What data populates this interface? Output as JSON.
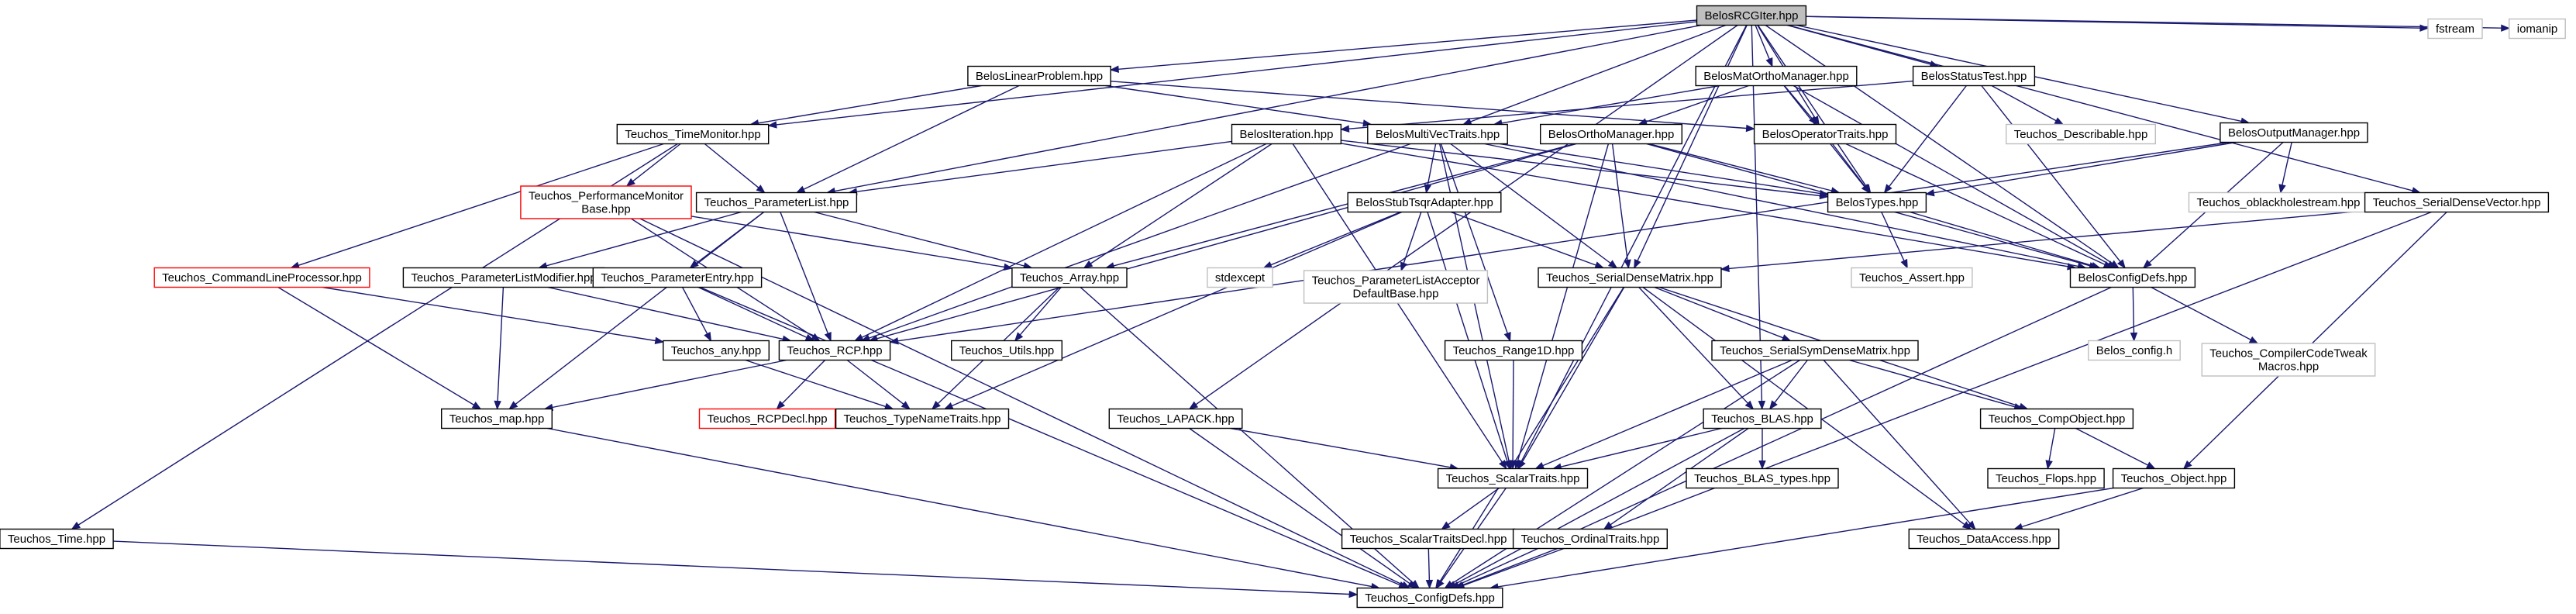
{
  "diagram": {
    "root": "BelosRCGIter.hpp",
    "colors": {
      "edge": "#191970",
      "root_fill": "#bfbfbf",
      "node_border": "#000000",
      "external_border": "#bfbfbf",
      "truncated_border": "#ff0000",
      "node_fill": "#ffffff"
    },
    "nodes": [
      {
        "id": "BelosRCGIter.hpp",
        "lines": [
          "BelosRCGIter.hpp"
        ],
        "style": "root"
      },
      {
        "id": "fstream",
        "lines": [
          "fstream"
        ],
        "style": "external"
      },
      {
        "id": "iomanip",
        "lines": [
          "iomanip"
        ],
        "style": "external"
      },
      {
        "id": "BelosLinearProblem.hpp",
        "lines": [
          "BelosLinearProblem.hpp"
        ],
        "style": "normal"
      },
      {
        "id": "BelosMatOrthoManager.hpp",
        "lines": [
          "BelosMatOrthoManager.hpp"
        ],
        "style": "normal"
      },
      {
        "id": "BelosStatusTest.hpp",
        "lines": [
          "BelosStatusTest.hpp"
        ],
        "style": "normal"
      },
      {
        "id": "BelosOutputManager.hpp",
        "lines": [
          "BelosOutputManager.hpp"
        ],
        "style": "normal"
      },
      {
        "id": "Teuchos_TimeMonitor.hpp",
        "lines": [
          "Teuchos_TimeMonitor.hpp"
        ],
        "style": "normal"
      },
      {
        "id": "BelosIteration.hpp",
        "lines": [
          "BelosIteration.hpp"
        ],
        "style": "normal"
      },
      {
        "id": "BelosMultiVecTraits.hpp",
        "lines": [
          "BelosMultiVecTraits.hpp"
        ],
        "style": "normal"
      },
      {
        "id": "BelosOrthoManager.hpp",
        "lines": [
          "BelosOrthoManager.hpp"
        ],
        "style": "normal"
      },
      {
        "id": "BelosOperatorTraits.hpp",
        "lines": [
          "BelosOperatorTraits.hpp"
        ],
        "style": "normal"
      },
      {
        "id": "Teuchos_Describable.hpp",
        "lines": [
          "Teuchos_Describable.hpp"
        ],
        "style": "external"
      },
      {
        "id": "Teuchos_PerformanceMonitorBase.hpp",
        "lines": [
          "Teuchos_PerformanceMonitor",
          "Base.hpp"
        ],
        "style": "truncated"
      },
      {
        "id": "Teuchos_ParameterList.hpp",
        "lines": [
          "Teuchos_ParameterList.hpp"
        ],
        "style": "normal"
      },
      {
        "id": "BelosStubTsqrAdapter.hpp",
        "lines": [
          "BelosStubTsqrAdapter.hpp"
        ],
        "style": "normal"
      },
      {
        "id": "BelosTypes.hpp",
        "lines": [
          "BelosTypes.hpp"
        ],
        "style": "normal"
      },
      {
        "id": "Teuchos_oblackholestream.hpp",
        "lines": [
          "Teuchos_oblackholestream.hpp"
        ],
        "style": "external"
      },
      {
        "id": "Teuchos_SerialDenseVector.hpp",
        "lines": [
          "Teuchos_SerialDenseVector.hpp"
        ],
        "style": "normal"
      },
      {
        "id": "Teuchos_CommandLineProcessor.hpp",
        "lines": [
          "Teuchos_CommandLineProcessor.hpp"
        ],
        "style": "truncated"
      },
      {
        "id": "Teuchos_ParameterListModifier.hpp",
        "lines": [
          "Teuchos_ParameterListModifier.hpp"
        ],
        "style": "normal"
      },
      {
        "id": "Teuchos_ParameterEntry.hpp",
        "lines": [
          "Teuchos_ParameterEntry.hpp"
        ],
        "style": "normal"
      },
      {
        "id": "Teuchos_Array.hpp",
        "lines": [
          "Teuchos_Array.hpp"
        ],
        "style": "normal"
      },
      {
        "id": "stdexcept",
        "lines": [
          "stdexcept"
        ],
        "style": "external"
      },
      {
        "id": "Teuchos_ParameterListAcceptorDefaultBase.hpp",
        "lines": [
          "Teuchos_ParameterListAcceptor",
          "DefaultBase.hpp"
        ],
        "style": "external"
      },
      {
        "id": "Teuchos_SerialDenseMatrix.hpp",
        "lines": [
          "Teuchos_SerialDenseMatrix.hpp"
        ],
        "style": "normal"
      },
      {
        "id": "Teuchos_Assert.hpp",
        "lines": [
          "Teuchos_Assert.hpp"
        ],
        "style": "external"
      },
      {
        "id": "BelosConfigDefs.hpp",
        "lines": [
          "BelosConfigDefs.hpp"
        ],
        "style": "normal"
      },
      {
        "id": "Teuchos_any.hpp",
        "lines": [
          "Teuchos_any.hpp"
        ],
        "style": "normal"
      },
      {
        "id": "Teuchos_RCP.hpp",
        "lines": [
          "Teuchos_RCP.hpp"
        ],
        "style": "normal"
      },
      {
        "id": "Teuchos_Utils.hpp",
        "lines": [
          "Teuchos_Utils.hpp"
        ],
        "style": "normal"
      },
      {
        "id": "Teuchos_Range1D.hpp",
        "lines": [
          "Teuchos_Range1D.hpp"
        ],
        "style": "normal"
      },
      {
        "id": "Teuchos_SerialSymDenseMatrix.hpp",
        "lines": [
          "Teuchos_SerialSymDenseMatrix.hpp"
        ],
        "style": "normal"
      },
      {
        "id": "Belos_config.h",
        "lines": [
          "Belos_config.h"
        ],
        "style": "external"
      },
      {
        "id": "Teuchos_CompilerCodeTweakMacros.hpp",
        "lines": [
          "Teuchos_CompilerCodeTweak",
          "Macros.hpp"
        ],
        "style": "external"
      },
      {
        "id": "Teuchos_map.hpp",
        "lines": [
          "Teuchos_map.hpp"
        ],
        "style": "normal"
      },
      {
        "id": "Teuchos_RCPDecl.hpp",
        "lines": [
          "Teuchos_RCPDecl.hpp"
        ],
        "style": "truncated"
      },
      {
        "id": "Teuchos_TypeNameTraits.hpp",
        "lines": [
          "Teuchos_TypeNameTraits.hpp"
        ],
        "style": "normal"
      },
      {
        "id": "Teuchos_LAPACK.hpp",
        "lines": [
          "Teuchos_LAPACK.hpp"
        ],
        "style": "normal"
      },
      {
        "id": "Teuchos_BLAS.hpp",
        "lines": [
          "Teuchos_BLAS.hpp"
        ],
        "style": "normal"
      },
      {
        "id": "Teuchos_CompObject.hpp",
        "lines": [
          "Teuchos_CompObject.hpp"
        ],
        "style": "normal"
      },
      {
        "id": "Teuchos_ScalarTraits.hpp",
        "lines": [
          "Teuchos_ScalarTraits.hpp"
        ],
        "style": "normal"
      },
      {
        "id": "Teuchos_BLAS_types.hpp",
        "lines": [
          "Teuchos_BLAS_types.hpp"
        ],
        "style": "normal"
      },
      {
        "id": "Teuchos_Flops.hpp",
        "lines": [
          "Teuchos_Flops.hpp"
        ],
        "style": "normal"
      },
      {
        "id": "Teuchos_Object.hpp",
        "lines": [
          "Teuchos_Object.hpp"
        ],
        "style": "normal"
      },
      {
        "id": "Teuchos_Time.hpp",
        "lines": [
          "Teuchos_Time.hpp"
        ],
        "style": "normal"
      },
      {
        "id": "Teuchos_ScalarTraitsDecl.hpp",
        "lines": [
          "Teuchos_ScalarTraitsDecl.hpp"
        ],
        "style": "normal"
      },
      {
        "id": "Teuchos_OrdinalTraits.hpp",
        "lines": [
          "Teuchos_OrdinalTraits.hpp"
        ],
        "style": "normal"
      },
      {
        "id": "Teuchos_DataAccess.hpp",
        "lines": [
          "Teuchos_DataAccess.hpp"
        ],
        "style": "normal"
      },
      {
        "id": "Teuchos_ConfigDefs.hpp",
        "lines": [
          "Teuchos_ConfigDefs.hpp"
        ],
        "style": "normal"
      }
    ],
    "edges": [
      [
        "BelosRCGIter.hpp",
        "fstream"
      ],
      [
        "BelosRCGIter.hpp",
        "iomanip"
      ],
      [
        "BelosRCGIter.hpp",
        "BelosLinearProblem.hpp"
      ],
      [
        "BelosRCGIter.hpp",
        "BelosMatOrthoManager.hpp"
      ],
      [
        "BelosRCGIter.hpp",
        "BelosStatusTest.hpp"
      ],
      [
        "BelosRCGIter.hpp",
        "BelosOutputManager.hpp"
      ],
      [
        "BelosRCGIter.hpp",
        "Teuchos_TimeMonitor.hpp"
      ],
      [
        "BelosRCGIter.hpp",
        "BelosMultiVecTraits.hpp"
      ],
      [
        "BelosRCGIter.hpp",
        "BelosOperatorTraits.hpp"
      ],
      [
        "BelosRCGIter.hpp",
        "Teuchos_ParameterList.hpp"
      ],
      [
        "BelosRCGIter.hpp",
        "BelosTypes.hpp"
      ],
      [
        "BelosRCGIter.hpp",
        "Teuchos_SerialDenseVector.hpp"
      ],
      [
        "BelosRCGIter.hpp",
        "Teuchos_SerialDenseMatrix.hpp"
      ],
      [
        "BelosRCGIter.hpp",
        "BelosConfigDefs.hpp"
      ],
      [
        "BelosRCGIter.hpp",
        "Teuchos_LAPACK.hpp"
      ],
      [
        "BelosRCGIter.hpp",
        "Teuchos_BLAS.hpp"
      ],
      [
        "BelosRCGIter.hpp",
        "Teuchos_ScalarTraits.hpp"
      ],
      [
        "BelosLinearProblem.hpp",
        "Teuchos_TimeMonitor.hpp"
      ],
      [
        "BelosLinearProblem.hpp",
        "BelosMultiVecTraits.hpp"
      ],
      [
        "BelosLinearProblem.hpp",
        "BelosOperatorTraits.hpp"
      ],
      [
        "BelosLinearProblem.hpp",
        "Teuchos_ParameterList.hpp"
      ],
      [
        "BelosMatOrthoManager.hpp",
        "BelosOrthoManager.hpp"
      ],
      [
        "BelosMatOrthoManager.hpp",
        "BelosOperatorTraits.hpp"
      ],
      [
        "BelosMatOrthoManager.hpp",
        "BelosMultiVecTraits.hpp"
      ],
      [
        "BelosMatOrthoManager.hpp",
        "BelosTypes.hpp"
      ],
      [
        "BelosMatOrthoManager.hpp",
        "BelosConfigDefs.hpp"
      ],
      [
        "BelosStatusTest.hpp",
        "BelosIteration.hpp"
      ],
      [
        "BelosStatusTest.hpp",
        "Teuchos_Describable.hpp"
      ],
      [
        "BelosStatusTest.hpp",
        "BelosTypes.hpp"
      ],
      [
        "BelosStatusTest.hpp",
        "BelosConfigDefs.hpp"
      ],
      [
        "BelosOutputManager.hpp",
        "BelosTypes.hpp"
      ],
      [
        "BelosOutputManager.hpp",
        "Teuchos_oblackholestream.hpp"
      ],
      [
        "BelosOutputManager.hpp",
        "Teuchos_RCP.hpp"
      ],
      [
        "BelosOutputManager.hpp",
        "BelosConfigDefs.hpp"
      ],
      [
        "Teuchos_TimeMonitor.hpp",
        "Teuchos_PerformanceMonitorBase.hpp"
      ],
      [
        "Teuchos_TimeMonitor.hpp",
        "Teuchos_ParameterList.hpp"
      ],
      [
        "Teuchos_TimeMonitor.hpp",
        "Teuchos_CommandLineProcessor.hpp"
      ],
      [
        "Teuchos_TimeMonitor.hpp",
        "Teuchos_Time.hpp"
      ],
      [
        "Teuchos_PerformanceMonitorBase.hpp",
        "Teuchos_Array.hpp"
      ],
      [
        "Teuchos_PerformanceMonitorBase.hpp",
        "Teuchos_RCP.hpp"
      ],
      [
        "Teuchos_PerformanceMonitorBase.hpp",
        "Teuchos_ConfigDefs.hpp"
      ],
      [
        "BelosIteration.hpp",
        "Teuchos_ParameterList.hpp"
      ],
      [
        "BelosIteration.hpp",
        "Teuchos_Array.hpp"
      ],
      [
        "BelosIteration.hpp",
        "Teuchos_RCP.hpp"
      ],
      [
        "BelosIteration.hpp",
        "BelosTypes.hpp"
      ],
      [
        "BelosIteration.hpp",
        "BelosConfigDefs.hpp"
      ],
      [
        "BelosIteration.hpp",
        "Teuchos_ScalarTraits.hpp"
      ],
      [
        "BelosMultiVecTraits.hpp",
        "BelosStubTsqrAdapter.hpp"
      ],
      [
        "BelosMultiVecTraits.hpp",
        "BelosTypes.hpp"
      ],
      [
        "BelosMultiVecTraits.hpp",
        "Teuchos_Range1D.hpp"
      ],
      [
        "BelosMultiVecTraits.hpp",
        "Teuchos_RCP.hpp"
      ],
      [
        "BelosMultiVecTraits.hpp",
        "Teuchos_SerialDenseMatrix.hpp"
      ],
      [
        "BelosMultiVecTraits.hpp",
        "BelosConfigDefs.hpp"
      ],
      [
        "BelosMultiVecTraits.hpp",
        "Teuchos_ScalarTraits.hpp"
      ],
      [
        "BelosOrthoManager.hpp",
        "BelosTypes.hpp"
      ],
      [
        "BelosOrthoManager.hpp",
        "Teuchos_Array.hpp"
      ],
      [
        "BelosOrthoManager.hpp",
        "Teuchos_RCP.hpp"
      ],
      [
        "BelosOrthoManager.hpp",
        "Teuchos_SerialDenseMatrix.hpp"
      ],
      [
        "BelosOrthoManager.hpp",
        "BelosConfigDefs.hpp"
      ],
      [
        "BelosOrthoManager.hpp",
        "Teuchos_ScalarTraits.hpp"
      ],
      [
        "BelosOperatorTraits.hpp",
        "BelosTypes.hpp"
      ],
      [
        "BelosOperatorTraits.hpp",
        "BelosConfigDefs.hpp"
      ],
      [
        "Teuchos_ParameterList.hpp",
        "Teuchos_ParameterListModifier.hpp"
      ],
      [
        "Teuchos_ParameterList.hpp",
        "Teuchos_ParameterEntry.hpp"
      ],
      [
        "Teuchos_ParameterList.hpp",
        "Teuchos_Array.hpp"
      ],
      [
        "Teuchos_ParameterList.hpp",
        "Teuchos_RCP.hpp"
      ],
      [
        "Teuchos_ParameterList.hpp",
        "Teuchos_map.hpp"
      ],
      [
        "BelosStubTsqrAdapter.hpp",
        "stdexcept"
      ],
      [
        "BelosStubTsqrAdapter.hpp",
        "Teuchos_ParameterListAcceptorDefaultBase.hpp"
      ],
      [
        "BelosStubTsqrAdapter.hpp",
        "Teuchos_SerialDenseMatrix.hpp"
      ],
      [
        "BelosStubTsqrAdapter.hpp",
        "Teuchos_TypeNameTraits.hpp"
      ],
      [
        "BelosStubTsqrAdapter.hpp",
        "Teuchos_ScalarTraits.hpp"
      ],
      [
        "BelosTypes.hpp",
        "Teuchos_Assert.hpp"
      ],
      [
        "BelosTypes.hpp",
        "BelosConfigDefs.hpp"
      ],
      [
        "Teuchos_SerialDenseVector.hpp",
        "Teuchos_SerialDenseMatrix.hpp"
      ],
      [
        "Teuchos_SerialDenseVector.hpp",
        "Teuchos_Object.hpp"
      ],
      [
        "Teuchos_SerialDenseVector.hpp",
        "Teuchos_ConfigDefs.hpp"
      ],
      [
        "Teuchos_CommandLineProcessor.hpp",
        "Teuchos_any.hpp"
      ],
      [
        "Teuchos_CommandLineProcessor.hpp",
        "Teuchos_map.hpp"
      ],
      [
        "Teuchos_ParameterListModifier.hpp",
        "Teuchos_RCP.hpp"
      ],
      [
        "Teuchos_ParameterListModifier.hpp",
        "Teuchos_map.hpp"
      ],
      [
        "Teuchos_ParameterEntry.hpp",
        "Teuchos_any.hpp"
      ],
      [
        "Teuchos_ParameterEntry.hpp",
        "Teuchos_RCP.hpp"
      ],
      [
        "Teuchos_ParameterEntry.hpp",
        "Teuchos_ConfigDefs.hpp"
      ],
      [
        "Teuchos_Array.hpp",
        "Teuchos_Utils.hpp"
      ],
      [
        "Teuchos_Array.hpp",
        "Teuchos_TypeNameTraits.hpp"
      ],
      [
        "Teuchos_Array.hpp",
        "Teuchos_ConfigDefs.hpp"
      ],
      [
        "Teuchos_SerialDenseMatrix.hpp",
        "Teuchos_SerialSymDenseMatrix.hpp"
      ],
      [
        "Teuchos_SerialDenseMatrix.hpp",
        "Teuchos_BLAS.hpp"
      ],
      [
        "Teuchos_SerialDenseMatrix.hpp",
        "Teuchos_CompObject.hpp"
      ],
      [
        "Teuchos_SerialDenseMatrix.hpp",
        "Teuchos_ScalarTraits.hpp"
      ],
      [
        "Teuchos_SerialDenseMatrix.hpp",
        "Teuchos_DataAccess.hpp"
      ],
      [
        "Teuchos_SerialDenseMatrix.hpp",
        "Teuchos_ConfigDefs.hpp"
      ],
      [
        "BelosConfigDefs.hpp",
        "Belos_config.h"
      ],
      [
        "BelosConfigDefs.hpp",
        "Teuchos_CompilerCodeTweakMacros.hpp"
      ],
      [
        "BelosConfigDefs.hpp",
        "Teuchos_ConfigDefs.hpp"
      ],
      [
        "Teuchos_any.hpp",
        "Teuchos_TypeNameTraits.hpp"
      ],
      [
        "Teuchos_RCP.hpp",
        "Teuchos_RCPDecl.hpp"
      ],
      [
        "Teuchos_RCP.hpp",
        "Teuchos_TypeNameTraits.hpp"
      ],
      [
        "Teuchos_RCP.hpp",
        "Teuchos_map.hpp"
      ],
      [
        "Teuchos_Range1D.hpp",
        "Teuchos_ScalarTraits.hpp"
      ],
      [
        "Teuchos_SerialSymDenseMatrix.hpp",
        "Teuchos_CompObject.hpp"
      ],
      [
        "Teuchos_SerialSymDenseMatrix.hpp",
        "Teuchos_BLAS.hpp"
      ],
      [
        "Teuchos_SerialSymDenseMatrix.hpp",
        "Teuchos_ScalarTraits.hpp"
      ],
      [
        "Teuchos_SerialSymDenseMatrix.hpp",
        "Teuchos_DataAccess.hpp"
      ],
      [
        "Teuchos_SerialSymDenseMatrix.hpp",
        "Teuchos_ConfigDefs.hpp"
      ],
      [
        "Teuchos_map.hpp",
        "Teuchos_ConfigDefs.hpp"
      ],
      [
        "Teuchos_LAPACK.hpp",
        "Teuchos_ScalarTraits.hpp"
      ],
      [
        "Teuchos_LAPACK.hpp",
        "Teuchos_ConfigDefs.hpp"
      ],
      [
        "Teuchos_BLAS.hpp",
        "Teuchos_BLAS_types.hpp"
      ],
      [
        "Teuchos_BLAS.hpp",
        "Teuchos_ScalarTraits.hpp"
      ],
      [
        "Teuchos_BLAS.hpp",
        "Teuchos_OrdinalTraits.hpp"
      ],
      [
        "Teuchos_BLAS.hpp",
        "Teuchos_ConfigDefs.hpp"
      ],
      [
        "Teuchos_CompObject.hpp",
        "Teuchos_Flops.hpp"
      ],
      [
        "Teuchos_CompObject.hpp",
        "Teuchos_Object.hpp"
      ],
      [
        "Teuchos_ScalarTraits.hpp",
        "Teuchos_ScalarTraitsDecl.hpp"
      ],
      [
        "Teuchos_ScalarTraits.hpp",
        "Teuchos_ConfigDefs.hpp"
      ],
      [
        "Teuchos_Object.hpp",
        "Teuchos_DataAccess.hpp"
      ],
      [
        "Teuchos_Object.hpp",
        "Teuchos_ConfigDefs.hpp"
      ],
      [
        "Teuchos_Time.hpp",
        "Teuchos_ConfigDefs.hpp"
      ],
      [
        "Teuchos_ScalarTraitsDecl.hpp",
        "Teuchos_ConfigDefs.hpp"
      ],
      [
        "Teuchos_OrdinalTraits.hpp",
        "Teuchos_ConfigDefs.hpp"
      ]
    ]
  }
}
